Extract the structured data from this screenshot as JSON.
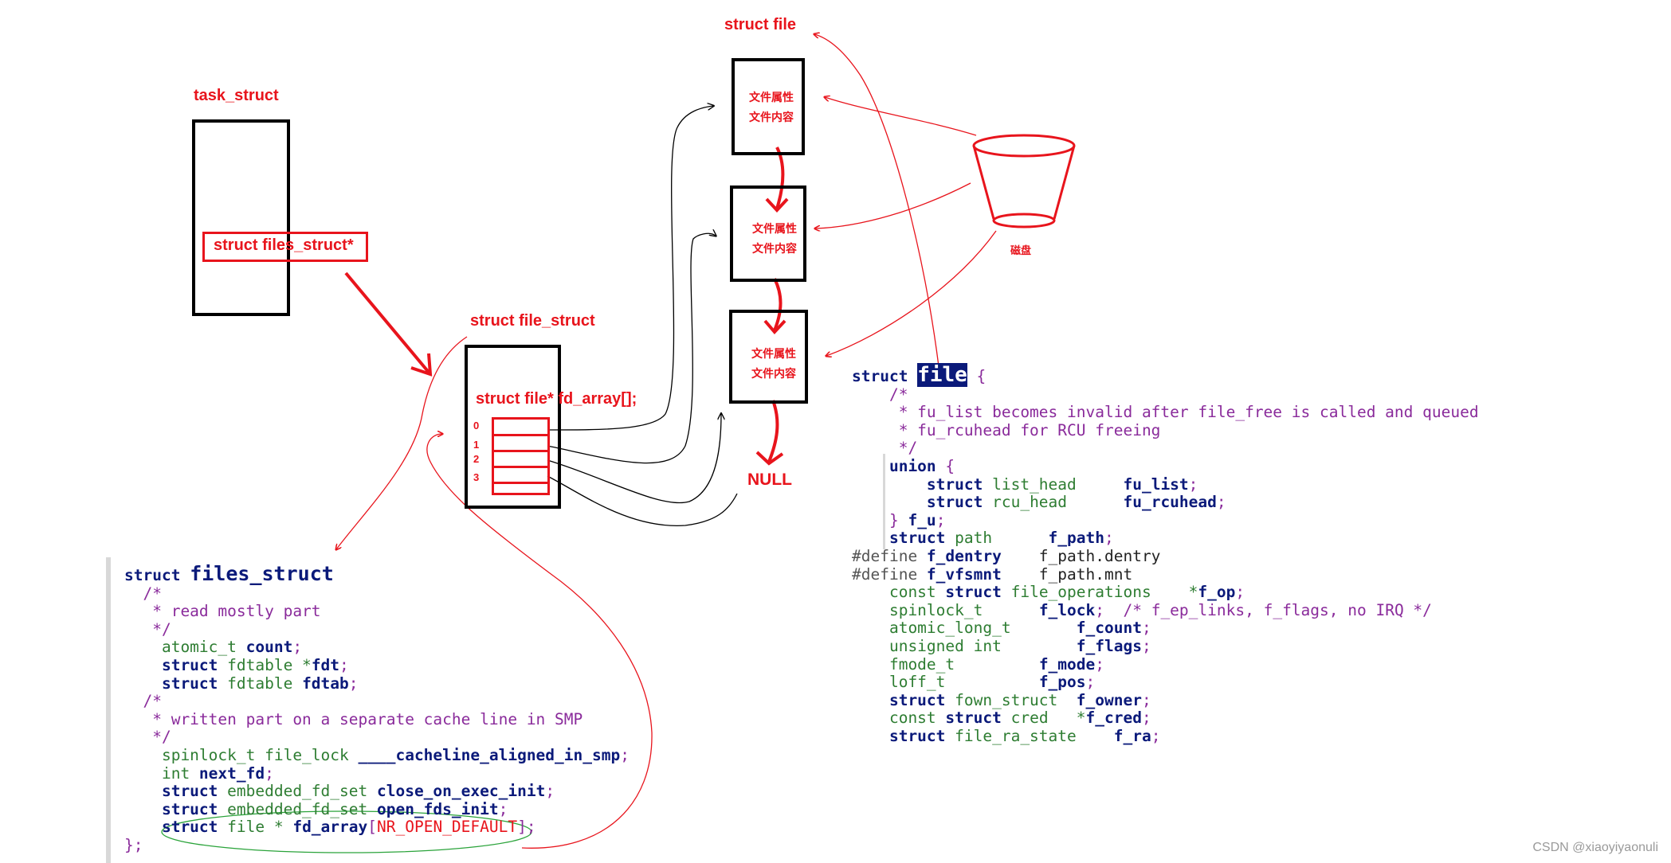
{
  "labels": {
    "task_struct": "task_struct",
    "files_struct_ptr": "struct files_struct*",
    "file_struct": "struct file_struct",
    "fd_array": "struct file* fd_array[];",
    "struct_file": "struct file",
    "null": "NULL",
    "disk": "磁盘",
    "indices": [
      "0",
      "1",
      "2",
      "3"
    ],
    "file_nodes": [
      {
        "attr": "文件属性",
        "content": "文件内容"
      },
      {
        "attr": "文件属性",
        "content": "文件内容"
      },
      {
        "attr": "文件属性",
        "content": "文件内容"
      }
    ]
  },
  "code_left": {
    "lines": [
      [
        {
          "t": "struct ",
          "c": "kw"
        },
        {
          "t": "files_struct",
          "c": "id",
          "big": true
        }
      ],
      [
        {
          "t": "  /*",
          "c": "cm"
        }
      ],
      [
        {
          "t": "   * read mostly part",
          "c": "cm"
        }
      ],
      [
        {
          "t": "   */",
          "c": "cm"
        }
      ],
      [
        {
          "t": "    atomic_t ",
          "c": "ty"
        },
        {
          "t": "count",
          "c": "id"
        },
        {
          "t": ";",
          "c": "pu"
        }
      ],
      [
        {
          "t": "    struct ",
          "c": "kw"
        },
        {
          "t": "fdtable *",
          "c": "ty"
        },
        {
          "t": "fdt",
          "c": "id"
        },
        {
          "t": ";",
          "c": "pu"
        }
      ],
      [
        {
          "t": "    struct ",
          "c": "kw"
        },
        {
          "t": "fdtable ",
          "c": "ty"
        },
        {
          "t": "fdtab",
          "c": "id"
        },
        {
          "t": ";",
          "c": "pu"
        }
      ],
      [
        {
          "t": "  /*",
          "c": "cm"
        }
      ],
      [
        {
          "t": "   * written part on a separate cache line in SMP",
          "c": "cm"
        }
      ],
      [
        {
          "t": "   */",
          "c": "cm"
        }
      ],
      [
        {
          "t": "    spinlock_t file_lock ",
          "c": "ty"
        },
        {
          "t": "____cacheline_aligned_in_smp",
          "c": "id"
        },
        {
          "t": ";",
          "c": "pu"
        }
      ],
      [
        {
          "t": "    int ",
          "c": "ty"
        },
        {
          "t": "next_fd",
          "c": "id"
        },
        {
          "t": ";",
          "c": "pu"
        }
      ],
      [
        {
          "t": "    struct ",
          "c": "kw"
        },
        {
          "t": "embedded_fd_set ",
          "c": "ty"
        },
        {
          "t": "close_on_exec_init",
          "c": "id"
        },
        {
          "t": ";",
          "c": "pu"
        }
      ],
      [
        {
          "t": "    struct ",
          "c": "kw"
        },
        {
          "t": "embedded_fd_set ",
          "c": "ty"
        },
        {
          "t": "open_fds_init",
          "c": "id"
        },
        {
          "t": ";",
          "c": "pu"
        }
      ],
      [
        {
          "t": "    struct ",
          "c": "kw"
        },
        {
          "t": "file * ",
          "c": "ty"
        },
        {
          "t": "fd_array",
          "c": "id"
        },
        {
          "t": "[",
          "c": "pu"
        },
        {
          "t": "NR_OPEN_DEFAULT",
          "c": "red"
        },
        {
          "t": "];",
          "c": "pu"
        }
      ],
      [
        {
          "t": "};",
          "c": "pu"
        }
      ]
    ]
  },
  "code_right": {
    "lines": [
      [
        {
          "t": "struct ",
          "c": "kw"
        },
        {
          "t": "file",
          "c": "hl"
        },
        {
          "t": " {",
          "c": "pu"
        }
      ],
      [
        {
          "t": "    /*",
          "c": "cm"
        }
      ],
      [
        {
          "t": "     * fu_list becomes invalid after file_free is called and queued",
          "c": "cm"
        }
      ],
      [
        {
          "t": "     * fu_rcuhead for RCU freeing",
          "c": "cm"
        }
      ],
      [
        {
          "t": "     */",
          "c": "cm"
        }
      ],
      [
        {
          "t": "    union ",
          "c": "kw"
        },
        {
          "t": "{",
          "c": "pu"
        }
      ],
      [
        {
          "t": "        struct ",
          "c": "kw"
        },
        {
          "t": "list_head     ",
          "c": "ty"
        },
        {
          "t": "fu_list",
          "c": "id"
        },
        {
          "t": ";",
          "c": "pu"
        }
      ],
      [
        {
          "t": "        struct ",
          "c": "kw"
        },
        {
          "t": "rcu_head      ",
          "c": "ty"
        },
        {
          "t": "fu_rcuhead",
          "c": "id"
        },
        {
          "t": ";",
          "c": "pu"
        }
      ],
      [
        {
          "t": "    } ",
          "c": "pu"
        },
        {
          "t": "f_u",
          "c": "id"
        },
        {
          "t": ";",
          "c": "pu"
        }
      ],
      [
        {
          "t": "    struct ",
          "c": "kw"
        },
        {
          "t": "path      ",
          "c": "ty"
        },
        {
          "t": "f_path",
          "c": "id"
        },
        {
          "t": ";",
          "c": "pu"
        }
      ],
      [
        {
          "t": "#define ",
          "c": "df"
        },
        {
          "t": "f_dentry",
          "c": "id"
        },
        {
          "t": "    f_path.dentry",
          "c": "nm"
        }
      ],
      [
        {
          "t": "#define ",
          "c": "df"
        },
        {
          "t": "f_vfsmnt",
          "c": "id"
        },
        {
          "t": "    f_path.mnt",
          "c": "nm"
        }
      ],
      [
        {
          "t": "    const ",
          "c": "ty"
        },
        {
          "t": "struct ",
          "c": "kw"
        },
        {
          "t": "file_operations    *",
          "c": "ty"
        },
        {
          "t": "f_op",
          "c": "id"
        },
        {
          "t": ";",
          "c": "pu"
        }
      ],
      [
        {
          "t": "    spinlock_t      ",
          "c": "ty"
        },
        {
          "t": "f_lock",
          "c": "id"
        },
        {
          "t": ";  /* f_ep_links, f_flags, no IRQ */",
          "c": "cm"
        }
      ],
      [
        {
          "t": "    atomic_long_t       ",
          "c": "ty"
        },
        {
          "t": "f_count",
          "c": "id"
        },
        {
          "t": ";",
          "c": "pu"
        }
      ],
      [
        {
          "t": "    unsigned int        ",
          "c": "ty"
        },
        {
          "t": "f_flags",
          "c": "id"
        },
        {
          "t": ";",
          "c": "pu"
        }
      ],
      [
        {
          "t": "    fmode_t         ",
          "c": "ty"
        },
        {
          "t": "f_mode",
          "c": "id"
        },
        {
          "t": ";",
          "c": "pu"
        }
      ],
      [
        {
          "t": "    loff_t          ",
          "c": "ty"
        },
        {
          "t": "f_pos",
          "c": "id"
        },
        {
          "t": ";",
          "c": "pu"
        }
      ],
      [
        {
          "t": "    struct ",
          "c": "kw"
        },
        {
          "t": "fown_struct  ",
          "c": "ty"
        },
        {
          "t": "f_owner",
          "c": "id"
        },
        {
          "t": ";",
          "c": "pu"
        }
      ],
      [
        {
          "t": "    const ",
          "c": "ty"
        },
        {
          "t": "struct ",
          "c": "kw"
        },
        {
          "t": "cred   *",
          "c": "ty"
        },
        {
          "t": "f_cred",
          "c": "id"
        },
        {
          "t": ";",
          "c": "pu"
        }
      ],
      [
        {
          "t": "    struct ",
          "c": "kw"
        },
        {
          "t": "file_ra_state    ",
          "c": "ty"
        },
        {
          "t": "f_ra",
          "c": "id"
        },
        {
          "t": ";",
          "c": "pu"
        }
      ]
    ]
  },
  "watermark": "CSDN @xiaoyiyaonuli",
  "colors": {
    "accent_red": "#e8141c",
    "ink": "#000000",
    "keyword": "#0b1a7a",
    "type": "#2e7d32",
    "comment": "#8a2b9b",
    "highlight_bg": "#0b1a7a"
  }
}
